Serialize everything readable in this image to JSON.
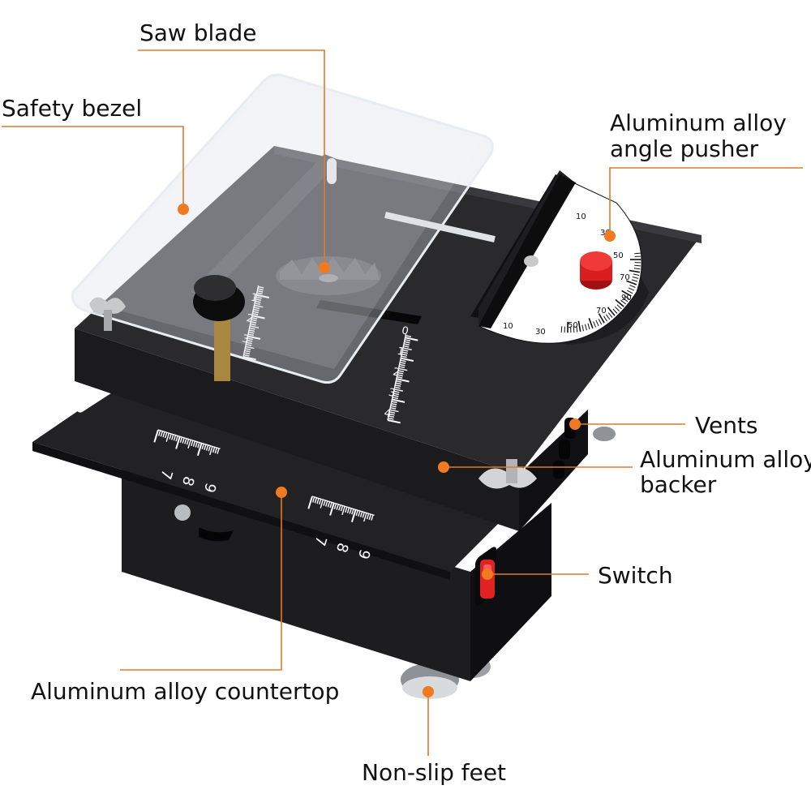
{
  "labels": {
    "saw_blade": "Saw blade",
    "safety_bezel": "Safety bezel",
    "angle_pusher_line1": "Aluminum alloy",
    "angle_pusher_line2": "angle pusher",
    "vents": "Vents",
    "backer_line1": "Aluminum alloy",
    "backer_line2": "backer",
    "switch": "Switch",
    "countertop": "Aluminum alloy countertop",
    "feet": "Non-slip feet"
  },
  "rulers": {
    "fence_ruler": [
      "1",
      "2",
      "3"
    ],
    "table_ruler": [
      "0",
      "1",
      "2",
      "3",
      "4"
    ],
    "front_left_ruler": [
      "7",
      "8",
      "9"
    ],
    "front_right_ruler": [
      "7",
      "8",
      "9"
    ]
  },
  "protractor": {
    "numbers": [
      "10",
      "30",
      "50",
      "70",
      "10",
      "30",
      "50",
      "70",
      "90"
    ]
  },
  "colors": {
    "accent": "#f07a22",
    "leader": "#e07a2a",
    "body": "#1c1c1e",
    "knob": "#d81e1e"
  }
}
